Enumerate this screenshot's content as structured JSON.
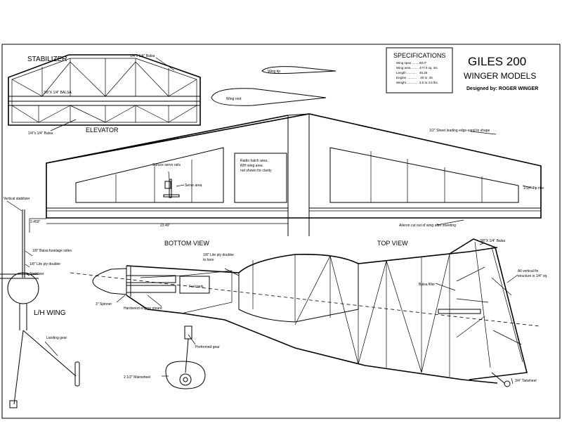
{
  "title": {
    "model": "GILES 200",
    "maker": "WINGER MODELS",
    "designer": "Designed by: ROGER WINGER"
  },
  "specifications": {
    "heading": "SPECIFICATIONS",
    "rows": [
      {
        "label": "Wing span ........",
        "value": "50.0\""
      },
      {
        "label": "Wing area ........",
        "value": "477.0 sq. ins."
      },
      {
        "label": "Length ...........",
        "value": "45.25"
      },
      {
        "label": "Engine ...........",
        "value": ".40 to .45"
      },
      {
        "label": "Weight ...........",
        "value": "3.5 to 4.5 lbs."
      }
    ]
  },
  "stabilizer": {
    "title": "STABILIZER",
    "elevator_label": "ELEVATOR",
    "notes": {
      "balsa_top": "1/4\"x 1/4\" Balsa",
      "balsa_mid": "3/8\"X 1/4\" BALSA",
      "balsa_bottom": "1/4\"x 1/4\" Balsa"
    }
  },
  "airfoils": {
    "tip": "Wing tip",
    "root": "Wing root"
  },
  "wing": {
    "bottom_view": "BOTTOM VIEW",
    "top_view": "TOP VIEW",
    "notes": {
      "servo_rails": "Spruce servo rails",
      "servo_area": "Servo area",
      "hatch": [
        "Radio hatch area.",
        "R/H wing area",
        "not shown for clarity"
      ],
      "dimension_small": "2.459\"",
      "dimension_large": "23.49\"",
      "leading_edge": "1/2\" Sheet leading edge-sand to shape",
      "tip_ribs": "1/16\" Tip ribs",
      "aileron": "Aileron cut out of wing after sheeting"
    }
  },
  "front_view": {
    "label": "L/H WING",
    "notes": {
      "vertical_stabilizer": "Vertical stabilizer",
      "fuselage_sides": "1/8\" Balsa fuselage sides",
      "ply_doubler": "1/8\" Lite ply doubler",
      "stabilizer": "Stabilizer",
      "landing_gear": "Landing gear"
    }
  },
  "fuselage": {
    "notes": {
      "lite_ply_doubler": [
        "1/8\" Lite ply doubler",
        "to here"
      ],
      "balsa_top": "3/8\"X 1/4\" Balsa",
      "balsa_filler": "Balsa filler",
      "fin_structure": [
        "All vertical fin",
        "structure is 1/4\" sq."
      ],
      "spinner": "3\" Spinner",
      "fuel_tank": "Fuel tank",
      "engine_mount": "Hardwood engine mount",
      "preformed_gear": "Preformed gear",
      "mainwheel": "2 1/2\" Mainwheel",
      "tailwheel": "3/4\" Tailwheel"
    }
  }
}
